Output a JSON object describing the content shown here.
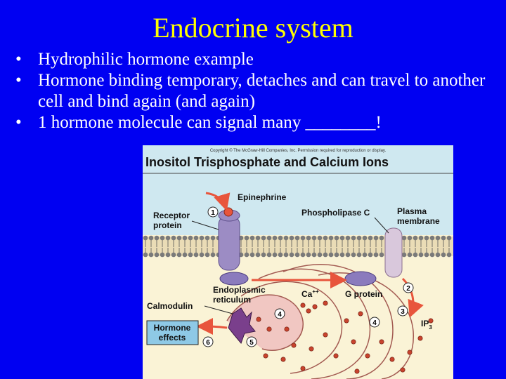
{
  "slide": {
    "title": "Endocrine system",
    "bullets": [
      {
        "marker": "•",
        "text": "Hydrophilic hormone example"
      },
      {
        "marker": "•",
        "text": "Hormone binding temporary, detaches and can travel to another cell and bind again (and again)"
      },
      {
        "marker": "•",
        "text": "1 hormone molecule can signal many ________!"
      }
    ],
    "colors": {
      "background": "#0000f2",
      "title": "#ffff00",
      "text": "#ffffff"
    }
  },
  "figure": {
    "copyright": "Copyright © The McGraw-Hill Companies, Inc. Permission required for reproduction or display.",
    "heading": "Inositol Trisphosphate and Calcium Ions",
    "labels": {
      "epinephrine": "Epinephrine",
      "receptor_line1": "Receptor",
      "receptor_line2": "protein",
      "phospholipase": "Phospholipase C",
      "plasma_line1": "Plasma",
      "plasma_line2": "membrane",
      "er_line1": "Endoplasmic",
      "er_line2": "reticulum",
      "ca_base": "Ca",
      "ca_sup": "++",
      "g_protein": "G protein",
      "calmodulin": "Calmodulin",
      "ip3_base": "IP",
      "ip3_sub": "3",
      "hormone_line1": "Hormone",
      "hormone_line2": "effects"
    },
    "steps": {
      "s1": "1",
      "s2": "2",
      "s3": "3",
      "s4a": "4",
      "s4b": "4",
      "s5": "5",
      "s6": "6"
    },
    "colors": {
      "extracellular": "#cfe8f0",
      "cytoplasm": "#faf3d6",
      "receptor": "#9c8cc4",
      "membrane_head": "#7a7a7a",
      "arrow": "#e8553c",
      "er": "#f1c7c2",
      "ca_dot": "#c8432d",
      "hormone_box": "#8ec9e6"
    }
  }
}
